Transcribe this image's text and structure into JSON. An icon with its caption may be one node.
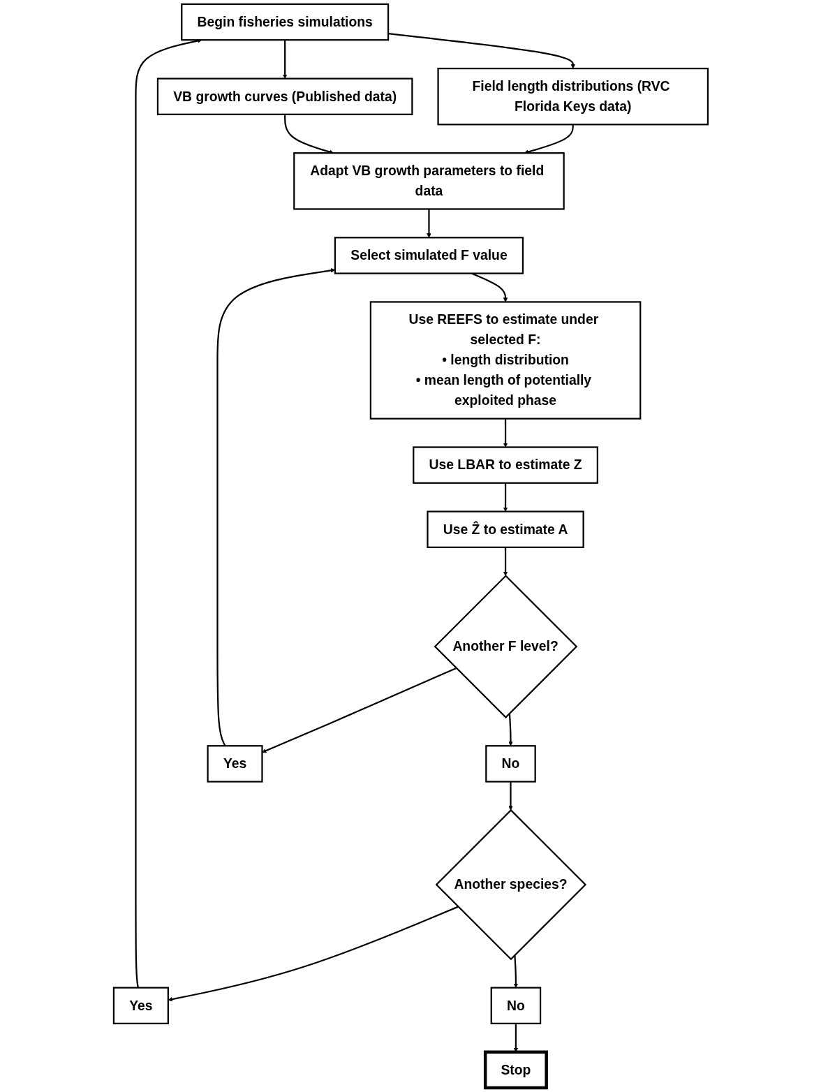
{
  "diagram": {
    "nodes": [
      {
        "text": [
          "Begin fisheries simulations"
        ]
      },
      {
        "text": [
          "Field length distributions (RVC Florida Keys data)"
        ]
      },
      {
        "text": [
          "VB growth curves (Published data)"
        ]
      },
      {
        "text": [
          "Adapt VB growth parameters to field data"
        ]
      },
      {
        "text": [
          "Select simulated F value"
        ]
      },
      {
        "text": [
          "Use REEFS to estimate under selected F:",
          "• length distribution",
          "• mean length of potentially exploited phase"
        ]
      },
      {
        "text": [
          "Use LBAR to estimate Z"
        ]
      },
      {
        "text": [
          "Use Ẑ to estimate A"
        ]
      },
      {
        "text": [
          "Another F level?"
        ]
      },
      {
        "text": [
          "No"
        ]
      },
      {
        "text": [
          "Yes"
        ]
      },
      {
        "text": [
          "Another species?"
        ]
      },
      {
        "text": [
          "Yes"
        ]
      },
      {
        "text": [
          "No"
        ]
      },
      {
        "text": [
          "Stop"
        ]
      }
    ],
    "edges": [
      {
        "from": 0,
        "to": 1,
        "arrow": "to"
      },
      {
        "from": 0,
        "to": 2,
        "arrow": "to"
      },
      {
        "from": 1,
        "to": 3,
        "arrow": "to"
      },
      {
        "from": 2,
        "to": 3,
        "arrow": "to"
      },
      {
        "from": 3,
        "to": 4,
        "arrow": "to"
      },
      {
        "from": 4,
        "to": 5,
        "arrow": "to"
      },
      {
        "from": 5,
        "to": 6,
        "arrow": "to"
      },
      {
        "from": 6,
        "to": 7,
        "arrow": "to"
      },
      {
        "from": 7,
        "to": 8,
        "arrow": "to"
      },
      {
        "from": 8,
        "to": 9,
        "arrow": "to"
      },
      {
        "from": 8,
        "to": 10,
        "arrow": "to"
      },
      {
        "from": 10,
        "to": 4,
        "arrow": "to"
      },
      {
        "from": 9,
        "to": 11,
        "arrow": "to"
      },
      {
        "from": 11,
        "to": 12,
        "arrow": "to"
      },
      {
        "from": 11,
        "to": 13,
        "arrow": "to"
      },
      {
        "from": 13,
        "to": 14,
        "arrow": "to"
      },
      {
        "from": 12,
        "to": 0,
        "arrow": "to"
      }
    ]
  }
}
